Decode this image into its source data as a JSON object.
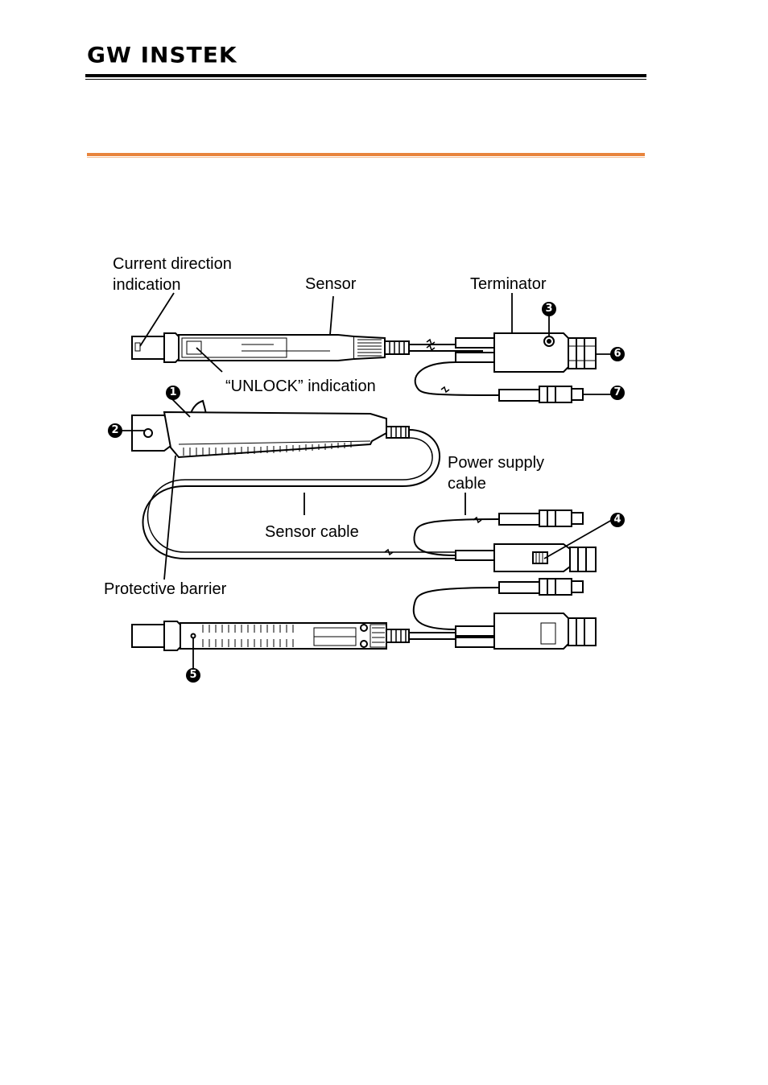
{
  "header": {
    "logo_text": "GW INSTEK"
  },
  "diagram": {
    "labels": {
      "current_direction_line1": "Current direction",
      "current_direction_line2": "indication",
      "sensor": "Sensor",
      "terminator": "Terminator",
      "unlock": "“UNLOCK”  indication",
      "power_supply_line1": "Power supply",
      "power_supply_line2": "cable",
      "sensor_cable": "Sensor cable",
      "protective_barrier": "Protective barrier"
    },
    "callouts": [
      "1",
      "2",
      "3",
      "4",
      "5",
      "6",
      "7"
    ]
  }
}
